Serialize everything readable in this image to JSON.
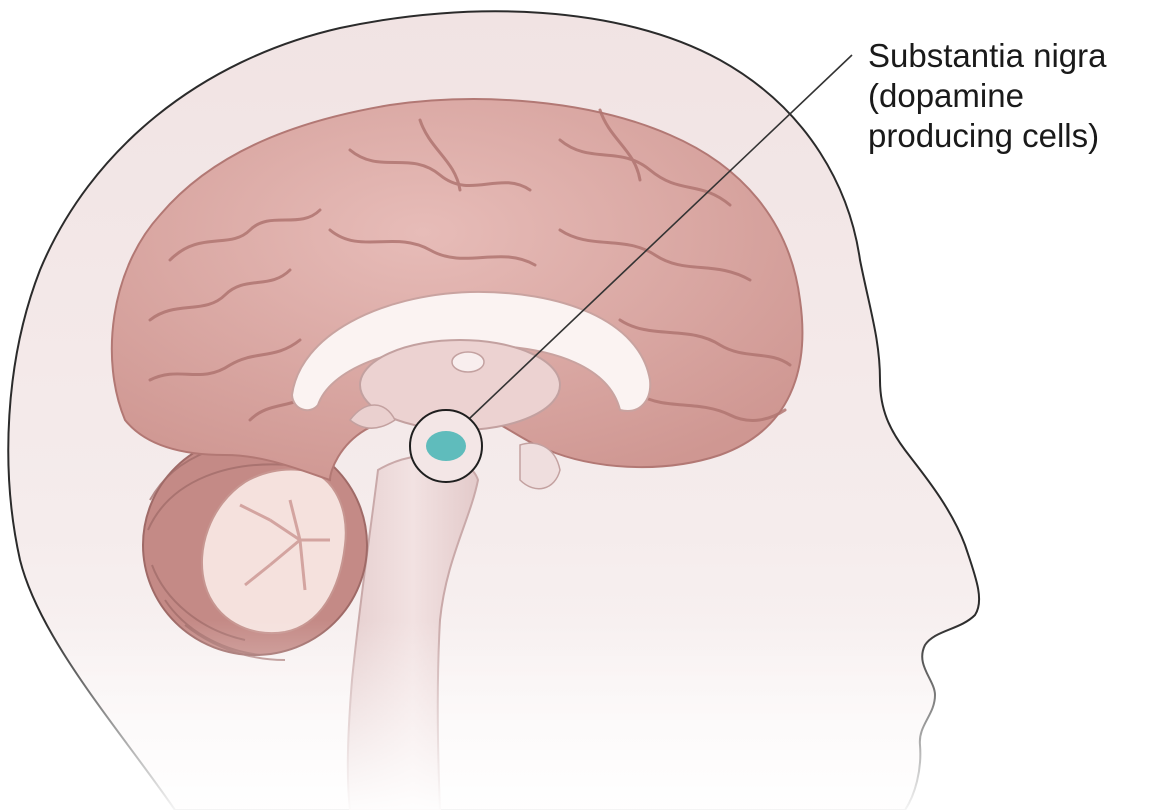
{
  "annotation": {
    "lines": [
      "Substantia nigra",
      "(dopamine",
      "producing cells)"
    ]
  },
  "colors": {
    "head_fill": "#f4eaeb",
    "head_outline": "#2b2b2b",
    "cerebrum": "#dba8a5",
    "cerebrum_dark": "#b97e7d",
    "cerebellum": "#c8928e",
    "white_matter": "#f6e5e2",
    "brainstem": "#ecd7d7",
    "substantia_nigra": "#5fbcbc",
    "leader_line": "#333333"
  },
  "icons": [
    "brain-illustration",
    "substantia-nigra-highlight"
  ]
}
